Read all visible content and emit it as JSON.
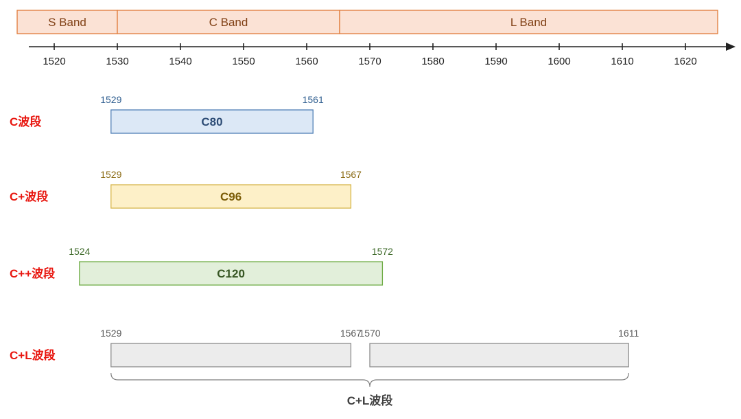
{
  "bands_header": [
    {
      "label": "S Band",
      "start": 1515,
      "end": 1530
    },
    {
      "label": "C Band",
      "start": 1530,
      "end": 1565
    },
    {
      "label": "L Band",
      "start": 1565,
      "end": 1625
    }
  ],
  "axis": {
    "ticks": [
      1520,
      1530,
      1540,
      1550,
      1560,
      1570,
      1580,
      1590,
      1600,
      1610,
      1620
    ],
    "unit": ""
  },
  "rows": [
    {
      "label": "C波段",
      "segments": [
        {
          "name": "C80",
          "start": 1529,
          "end": 1561,
          "start_label": "1529",
          "end_label": "1561"
        }
      ],
      "colors": {
        "fill": "#dce8f6",
        "stroke": "#4f7eb5",
        "text": "#2e4d76",
        "edge": "#2e5d8f"
      }
    },
    {
      "label": "C+波段",
      "segments": [
        {
          "name": "C96",
          "start": 1529,
          "end": 1567,
          "start_label": "1529",
          "end_label": "1567"
        }
      ],
      "colors": {
        "fill": "#fdf0c8",
        "stroke": "#d6b54a",
        "text": "#7a5b05",
        "edge": "#8a6a12"
      }
    },
    {
      "label": "C++波段",
      "segments": [
        {
          "name": "C120",
          "start": 1524,
          "end": 1572,
          "start_label": "1524",
          "end_label": "1572"
        }
      ],
      "colors": {
        "fill": "#e2efda",
        "stroke": "#70ad47",
        "text": "#375623",
        "edge": "#3f6b2b"
      }
    },
    {
      "label": "C+L波段",
      "segments": [
        {
          "name": "",
          "start": 1529,
          "end": 1567,
          "start_label": "1529",
          "end_label": "1567"
        },
        {
          "name": "",
          "start": 1570,
          "end": 1611,
          "start_label": "1570",
          "end_label": "1611"
        }
      ],
      "colors": {
        "fill": "#ececec",
        "stroke": "#8c8c8c",
        "text": "#404040",
        "edge": "#595959"
      }
    }
  ],
  "brace_label": "C+L波段",
  "colors": {
    "band_fill": "#fbe2d5",
    "band_stroke": "#e07b39",
    "band_text": "#7f3f14",
    "axis": "#222222",
    "row_label": "#e8150e",
    "brace": "#7f7f7f",
    "brace_text": "#404040"
  }
}
